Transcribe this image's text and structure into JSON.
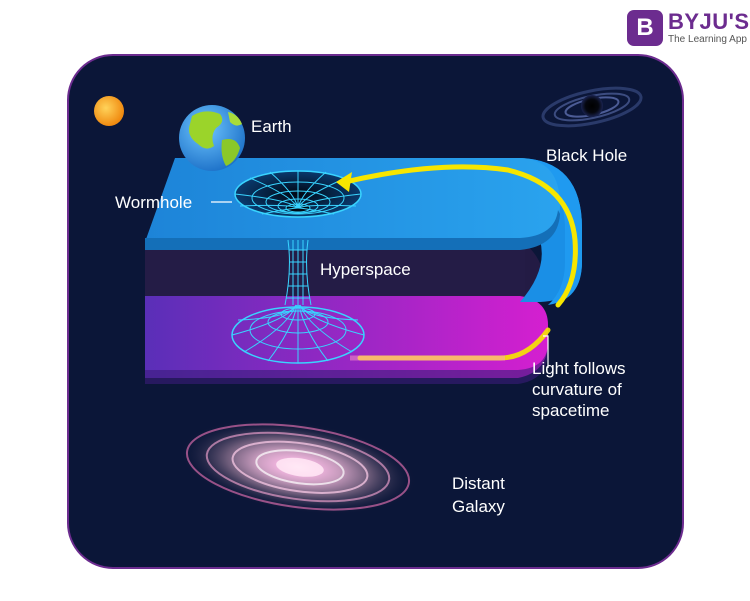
{
  "brand": {
    "letter": "B",
    "name": "BYJU'S",
    "tagline": "The Learning App"
  },
  "labels": {
    "earth": "Earth",
    "black_hole": "Black Hole",
    "wormhole": "Wormhole",
    "hyperspace": "Hyperspace",
    "light": [
      "Light follows",
      "curvature of",
      "spacetime"
    ],
    "galaxy": [
      "Distant",
      "Galaxy"
    ]
  },
  "colors": {
    "panel": "#0b1638",
    "panel_border": "#6c2c8f",
    "top_sheet": "#1f8fe0",
    "bottom_sheet": "#b43ad6",
    "hyperspace": "#2a1f4a",
    "light_path": "#f7e600",
    "grid": "#39d4ff",
    "sun": "#f5a623",
    "brand": "#6c2c8f"
  },
  "icons": [
    "sun-icon",
    "earth-icon",
    "black-hole-icon",
    "galaxy-icon",
    "wormhole-grid",
    "byjus-logo"
  ]
}
